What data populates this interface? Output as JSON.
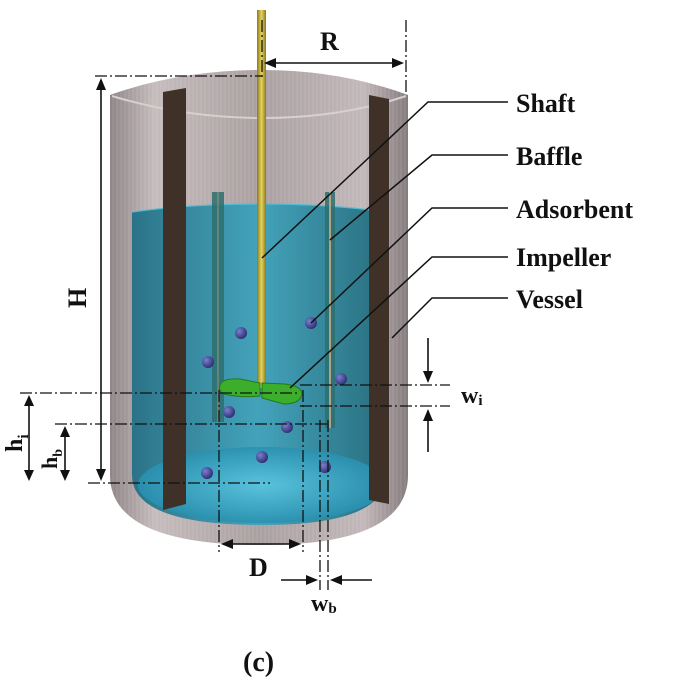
{
  "labels": {
    "shaft": "Shaft",
    "baffle": "Baffle",
    "adsorbent": "Adsorbent",
    "impeller": "Impeller",
    "vessel": "Vessel"
  },
  "dimensions": {
    "R": "R",
    "H": "H",
    "hi_base": "h",
    "hi_sub": "i",
    "hb_base": "h",
    "hb_sub": "b",
    "wi_base": "w",
    "wi_sub": "i",
    "D": "D",
    "wb_base": "w",
    "wb_sub": "b"
  },
  "caption": "(c)",
  "colors": {
    "vessel_wall": "#b3a8aa",
    "liquid": "#2d8fa8",
    "baffle": "#3f3128",
    "shaft": "#c9b23a",
    "impeller": "#3cae2c",
    "particle": "#3b3f8c"
  }
}
